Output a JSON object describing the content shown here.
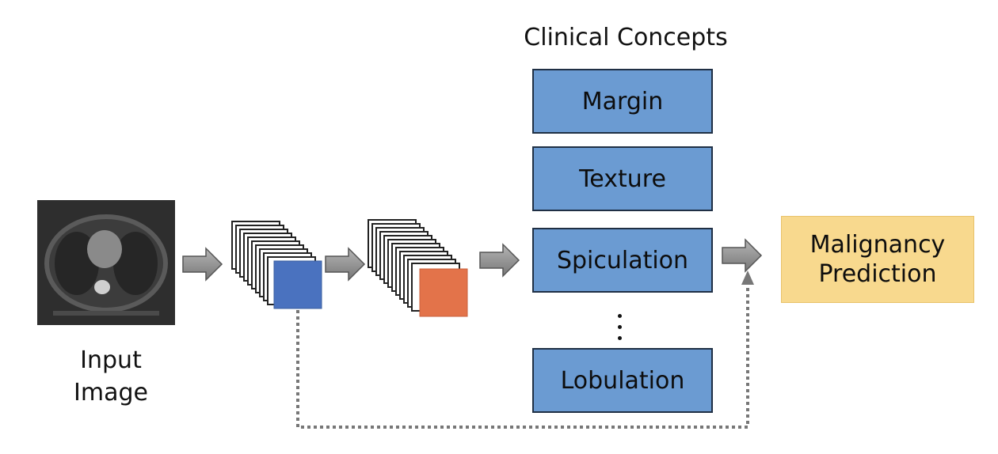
{
  "heading": "Clinical Concepts",
  "concepts": [
    "Margin",
    "Texture",
    "Spiculation",
    "Lobulation"
  ],
  "output": {
    "line1": "Malignancy",
    "line2": "Prediction"
  },
  "input": {
    "line1": "Input",
    "line2": "Image"
  },
  "colors": {
    "concept_fill": "#6b9bd2",
    "concept_border": "#1f2f44",
    "output_fill": "#f8d98e",
    "feature_map_1_front": "#4a72bf",
    "feature_map_2_front": "#e3734a",
    "arrow": "#8a8a8a",
    "skip_connection": "#777777"
  },
  "icons": [
    "ct-scan-image",
    "arrow-right-icon",
    "feature-map-stack",
    "dotted-skip-connection"
  ]
}
